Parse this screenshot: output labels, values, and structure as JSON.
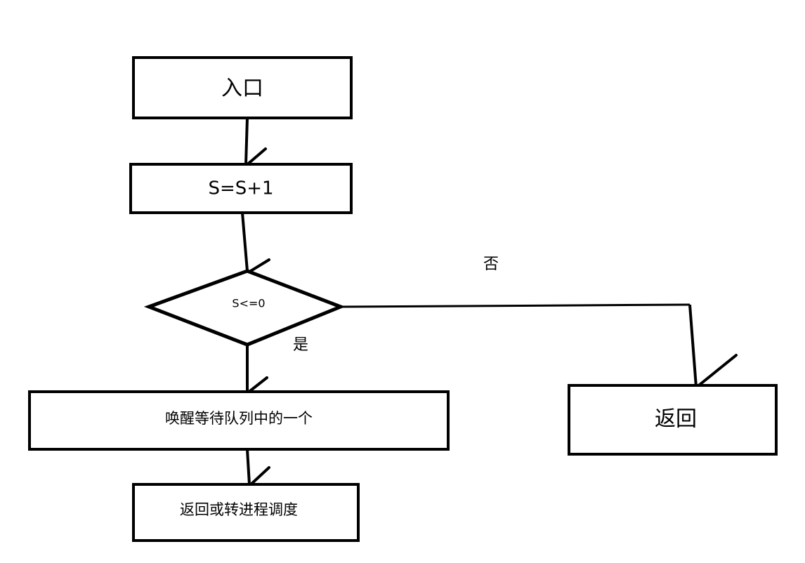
{
  "diagram": {
    "type": "flowchart",
    "title": "",
    "background_color": "#ffffff",
    "stroke_color": "#000000",
    "nodes": [
      {
        "id": "entry",
        "shape": "rect",
        "label": "入口"
      },
      {
        "id": "increment",
        "shape": "rect",
        "label": "S=S+1"
      },
      {
        "id": "decision",
        "shape": "diamond",
        "label": "S<=0"
      },
      {
        "id": "wakeup",
        "shape": "rect",
        "label": "唤醒等待队列中的一个"
      },
      {
        "id": "dispatch",
        "shape": "rect",
        "label": "返回或转进程调度"
      },
      {
        "id": "return",
        "shape": "rect",
        "label": "返回"
      }
    ],
    "edges": [
      {
        "id": "e1",
        "from": "entry",
        "to": "increment",
        "label": ""
      },
      {
        "id": "e2",
        "from": "increment",
        "to": "decision",
        "label": ""
      },
      {
        "id": "e3",
        "from": "decision",
        "to": "wakeup",
        "label": "是"
      },
      {
        "id": "e4",
        "from": "decision",
        "to": "return",
        "label": "否"
      },
      {
        "id": "e5",
        "from": "wakeup",
        "to": "dispatch",
        "label": ""
      }
    ]
  }
}
